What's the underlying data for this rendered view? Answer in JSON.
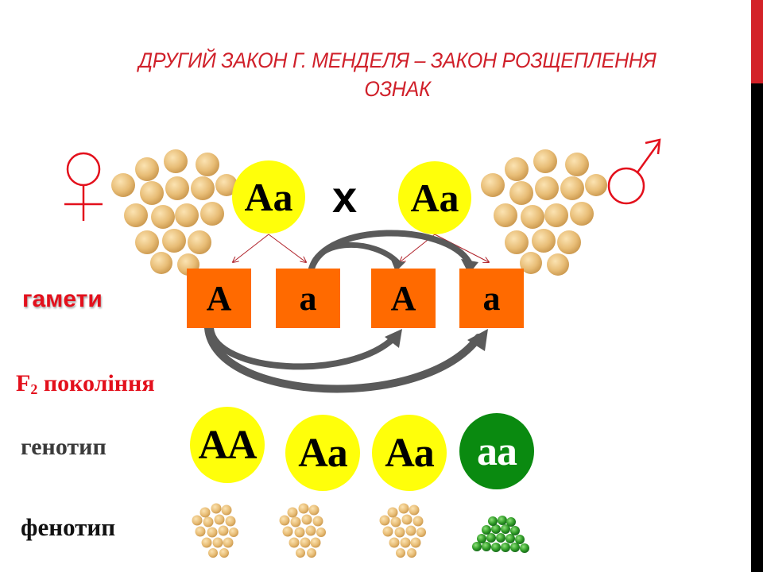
{
  "slide": {
    "title": "ДРУГИЙ ЗАКОН Г. МЕНДЕЛЯ – ЗАКОН РОЗЩЕПЛЕННЯ ОЗНАК",
    "title_line1": "ДРУГИЙ ЗАКОН Г. МЕНДЕЛЯ – ЗАКОН РОЗЩЕПЛЕННЯ",
    "title_line2": "ОЗНАК",
    "colors": {
      "title": "#d0202a",
      "accent_bar_top": "#d32228",
      "accent_bar_bottom": "#000000",
      "dominant_circle": "#ffff0a",
      "recessive_circle": "#0a8a10",
      "gamete_box": "#ff6a00",
      "label_red": "#e3101c",
      "arrow_gray": "#5a5a5a"
    }
  },
  "parents": {
    "female": {
      "symbol": "♀",
      "icon": "female-symbol-icon",
      "genotype": "Aa",
      "phenotype_image": "yellow-peas"
    },
    "cross_sign": "x",
    "male": {
      "symbol": "♂",
      "icon": "male-symbol-icon",
      "genotype": "Aa",
      "phenotype_image": "yellow-peas"
    }
  },
  "gametes": {
    "label": "гамети",
    "items": [
      {
        "allele": "A",
        "from": "female"
      },
      {
        "allele": "a",
        "from": "female"
      },
      {
        "allele": "A",
        "from": "male"
      },
      {
        "allele": "a",
        "from": "male"
      }
    ]
  },
  "f2": {
    "label_main": "F",
    "label_sub": "2",
    "label_rest": " покоління",
    "genotype_label": "генотип",
    "phenotype_label": "фенотип",
    "offspring": [
      {
        "genotype": "AA",
        "color": "yellow",
        "phenotype": "yellow-peas"
      },
      {
        "genotype": "Aa",
        "color": "yellow",
        "phenotype": "yellow-peas"
      },
      {
        "genotype": "Aa",
        "color": "yellow",
        "phenotype": "yellow-peas"
      },
      {
        "genotype": "aa",
        "color": "green",
        "phenotype": "green-peas"
      }
    ]
  }
}
